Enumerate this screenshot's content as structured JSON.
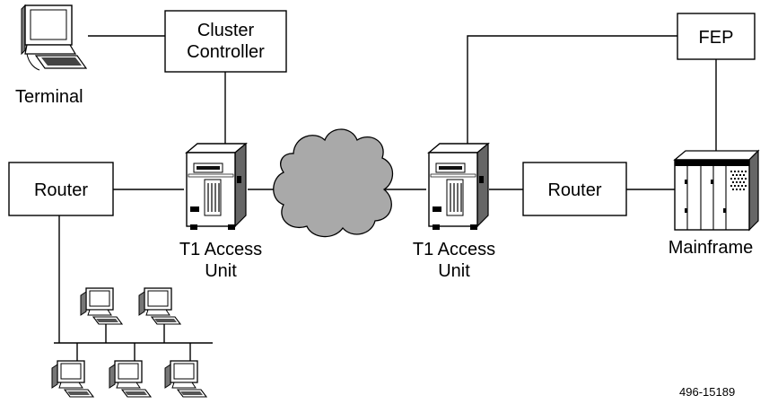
{
  "figure_id": "496-15189",
  "nodes": {
    "terminal": {
      "label": "Terminal"
    },
    "cluster_controller": {
      "label_line1": "Cluster",
      "label_line2": "Controller"
    },
    "router_left": {
      "label": "Router"
    },
    "t1_left": {
      "label_line1": "T1 Access",
      "label_line2": "Unit"
    },
    "t1_right": {
      "label_line1": "T1 Access",
      "label_line2": "Unit"
    },
    "router_right": {
      "label": "Router"
    },
    "fep": {
      "label": "FEP"
    },
    "mainframe": {
      "label": "Mainframe"
    }
  },
  "lan_workstations": 5
}
